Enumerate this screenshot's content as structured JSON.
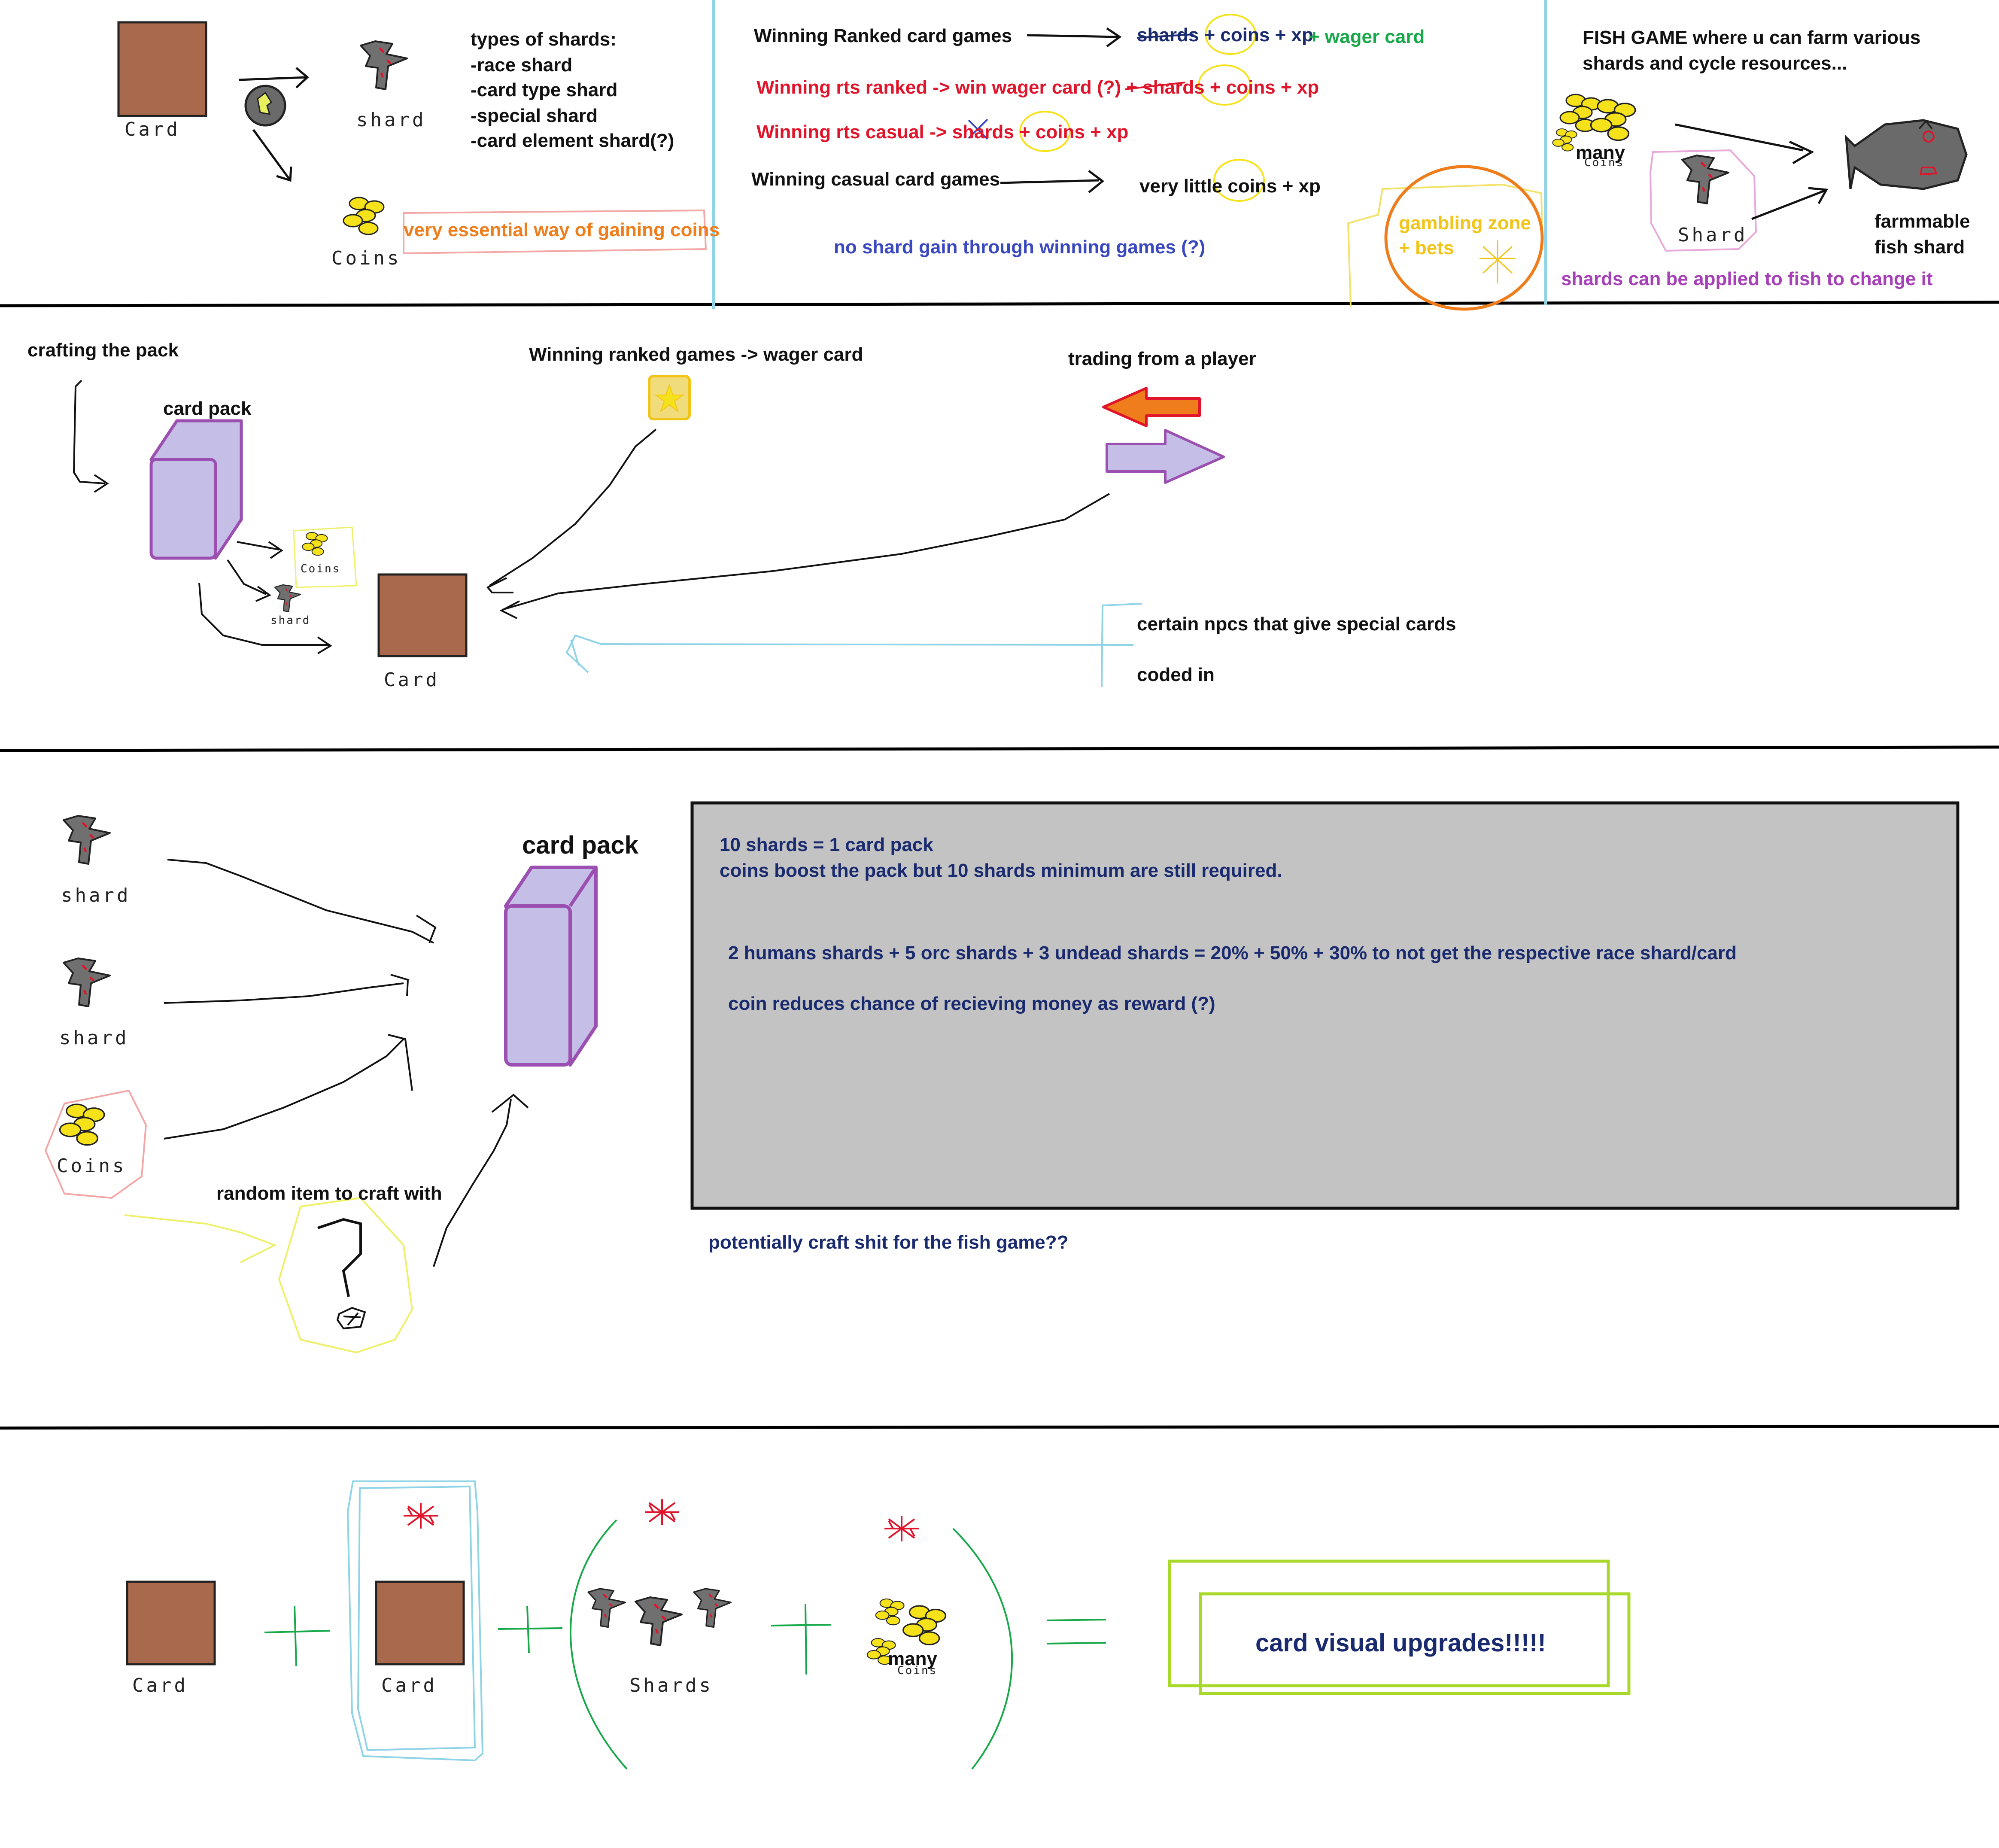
{
  "colors": {
    "card": "#a9694c",
    "shard": "#707070",
    "coin": "#f5e21a",
    "pack": "#c5bfe8",
    "pack_stroke": "#9b4fb0",
    "panel": "#c3c3c3",
    "accent_lime": "#a8d92a",
    "cyan": "#8fd3e6",
    "orange": "#ef7d1b",
    "red": "#e0142a",
    "green": "#17a84a"
  },
  "icons": [
    "card-icon",
    "shard-icon",
    "coin-pile-icon",
    "card-pack-icon",
    "star-card-icon",
    "fish-icon",
    "question-mark-icon",
    "sparkle-icon",
    "arrow-left-icon",
    "arrow-right-icon"
  ],
  "sec1": {
    "card_label": "Card",
    "shard_label": "shard",
    "coins_label": "Coins",
    "types_title": "types of shards:",
    "types": [
      "-race shard",
      "-card type shard",
      "-special shard",
      "-card element shard(?)"
    ],
    "coins_note": "very essential way of gaining coins",
    "wins": {
      "ranked_card": "Winning Ranked card games",
      "ranked_card_result": "shards + coins + xp",
      "wager_card": "+ wager card",
      "rts_ranked": "Winning rts ranked -> win wager card (?) + shards + coins + xp",
      "rts_casual": "Winning rts casual -> shards + coins + xp",
      "casual_card": "Winning casual card games",
      "casual_card_result": "very little coins + xp",
      "no_shard_gain": "no shard gain through winning games (?)",
      "gambling_line1": "gambling zone",
      "gambling_line2": "+ bets"
    },
    "fish": {
      "title_line1": "FISH GAME where u can farm various",
      "title_line2": "shards and cycle resources...",
      "many": "many",
      "coins_label": "Coins",
      "shard_label": "Shard",
      "farm_line1": "farmmable",
      "farm_line2": "fish shard",
      "applied": "shards can be applied to fish to change it"
    }
  },
  "sec2": {
    "crafting": "crafting the pack",
    "card_pack": "card pack",
    "coins_small": "Coins",
    "shard_small": "shard",
    "card_label": "Card",
    "wager": "Winning ranked games -> wager card",
    "trading": "trading from a player",
    "npc_line1": "certain npcs that give special cards",
    "npc_line2": "coded in"
  },
  "sec3": {
    "shard1": "shard",
    "shard2": "shard",
    "coins": "Coins",
    "random": "random item to craft with",
    "card_pack": "card pack",
    "panel_line1": "10 shards = 1 card pack",
    "panel_line2": "coins boost the pack but 10 shards minimum are still required.",
    "panel_line3": "2 humans shards + 5 orc shards + 3 undead shards = 20% + 50% + 30% to not get the respective race shard/card",
    "panel_line4": "coin reduces chance of recieving money as reward (?)",
    "fish_craft": "potentially craft shit for the fish game??"
  },
  "sec4": {
    "card1": "Card",
    "card2": "Card",
    "shards": "Shards",
    "many": "many",
    "coins": "Coins",
    "result": "card visual upgrades!!!!!"
  }
}
